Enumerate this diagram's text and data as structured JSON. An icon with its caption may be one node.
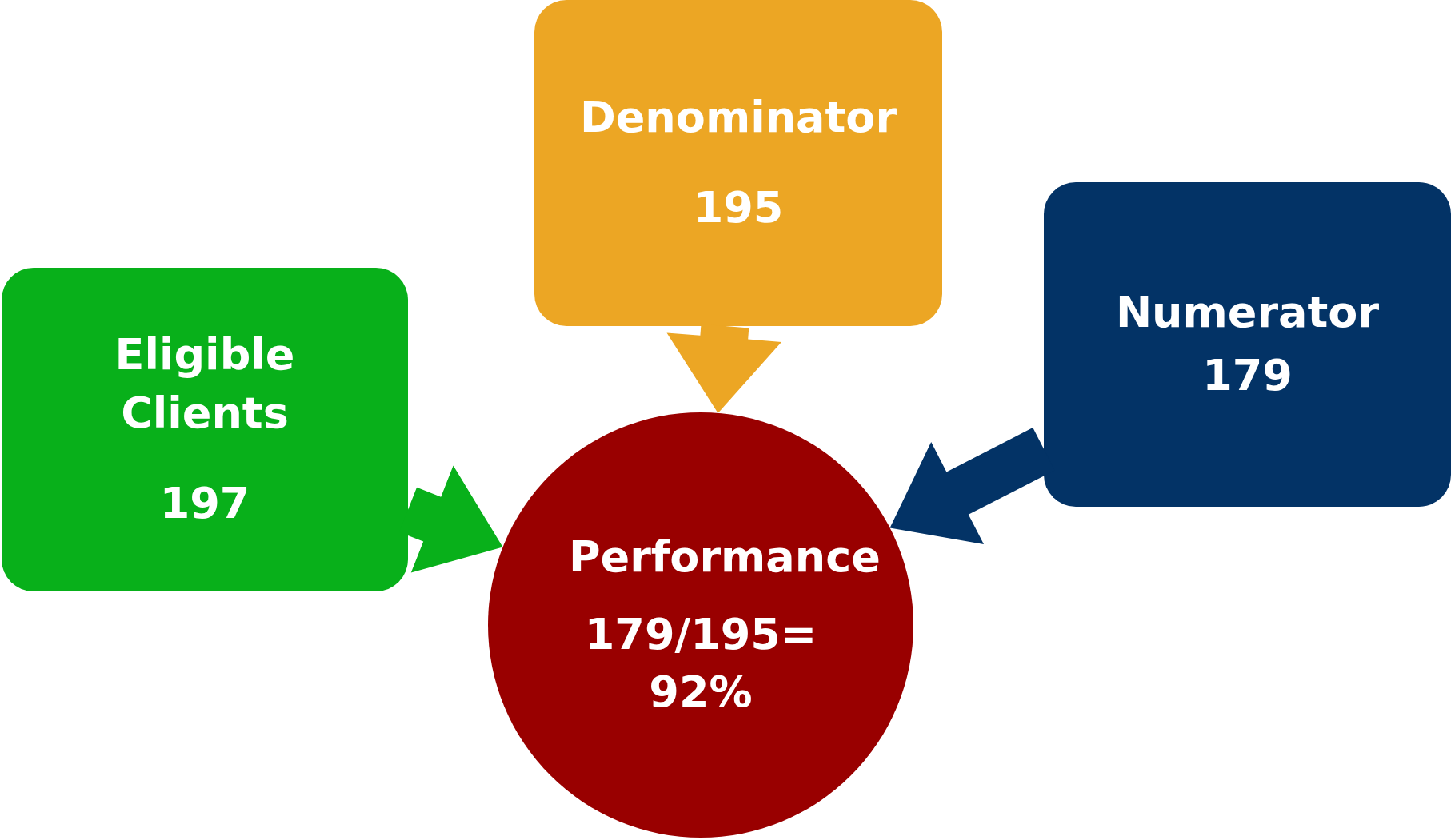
{
  "diagram": {
    "nodes": [
      {
        "text": [
          "Denominator",
          "195"
        ]
      },
      {
        "text": [
          "Numerator",
          "179"
        ]
      },
      {
        "text": [
          "Eligible Clients",
          "197"
        ]
      },
      {
        "text": [
          "Performance",
          "179/195= 92%"
        ]
      }
    ],
    "edges": [
      {
        "from": 2,
        "to": 3,
        "arrow": "to",
        "style": "thick",
        "color": "#08b01a"
      },
      {
        "from": 0,
        "to": 3,
        "arrow": "to",
        "style": "thick",
        "color": "#eca624"
      },
      {
        "from": 1,
        "to": 3,
        "arrow": "to",
        "style": "thick",
        "color": "#033366"
      }
    ]
  }
}
